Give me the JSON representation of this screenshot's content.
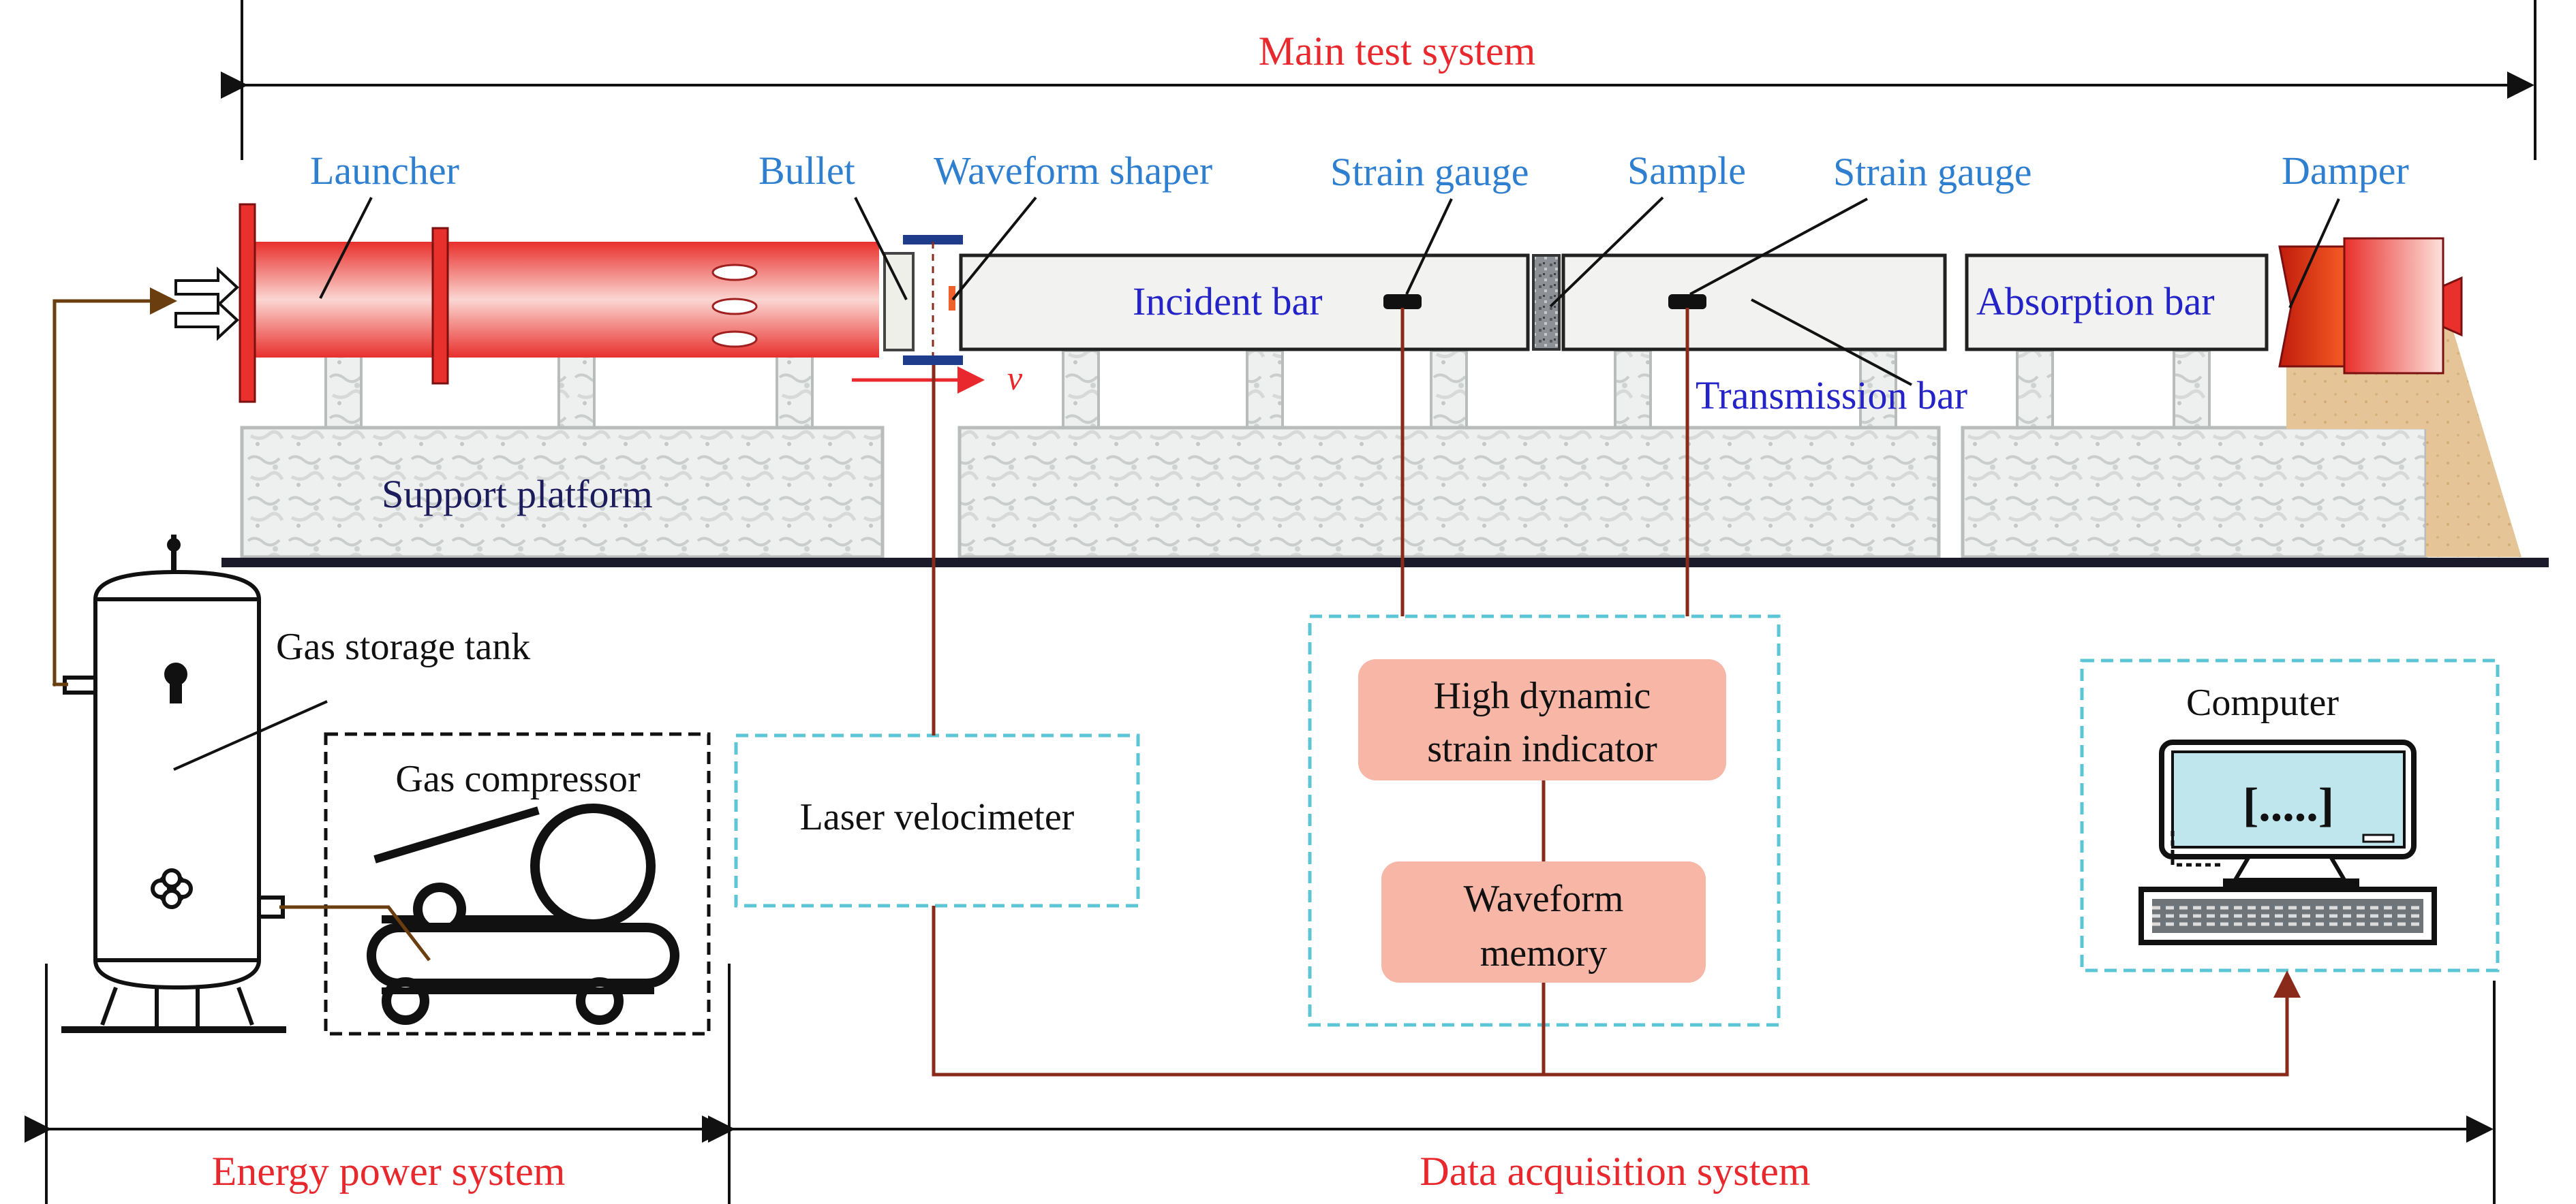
{
  "systems": {
    "main_test": "Main test system",
    "energy_power": "Energy power system",
    "data_acquisition": "Data acquisition system"
  },
  "labels": {
    "launcher": "Launcher",
    "bullet": "Bullet",
    "waveform_shaper": "Waveform shaper",
    "strain_gauge_1": "Strain gauge",
    "sample": "Sample",
    "strain_gauge_2": "Strain gauge",
    "damper": "Damper",
    "incident_bar": "Incident bar",
    "absorption_bar": "Absorption bar",
    "transmission_bar": "Transmission bar",
    "velocity": "v",
    "support_platform": "Support platform",
    "gas_storage_tank": "Gas storage tank",
    "gas_compressor": "Gas compressor",
    "laser_velocimeter": "Laser velocimeter",
    "strain_indicator_line1": "High dynamic",
    "strain_indicator_line2": "strain indicator",
    "waveform_memory_line1": "Waveform",
    "waveform_memory_line2": "memory",
    "computer": "Computer",
    "screen_glyph": "[.....]"
  },
  "colors": {
    "system_label": "#e8282c",
    "component_label": "#2f7fd0",
    "bar_label": "#2323c8",
    "signal_line": "#8a2a1a",
    "dashed_box": "#5cc6d6",
    "device_box": "#f7b6a6",
    "launcher": "#e8302c"
  }
}
